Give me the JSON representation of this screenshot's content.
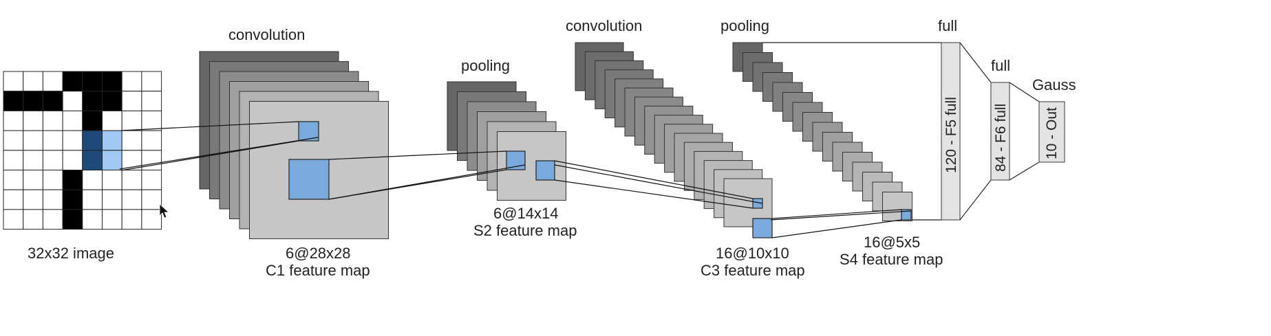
{
  "labels": {
    "input_caption": "32x32 image",
    "conv1_title": "convolution",
    "c1_size": "6@28x28",
    "c1_name": "C1 feature map",
    "pool1_title": "pooling",
    "s2_size": "6@14x14",
    "s2_name": "S2 feature map",
    "conv2_title": "convolution",
    "c3_size": "16@10x10",
    "c3_name": "C3 feature map",
    "pool2_title": "pooling",
    "s4_size": "16@5x5",
    "s4_name": "S4 feature map",
    "f5_title": "full",
    "f5_label": "120 - F5 full",
    "f6_title": "full",
    "f6_label": "84 - F6 full",
    "out_title": "Gauss",
    "out_label": "10 - Out"
  },
  "colors": {
    "map_dark": "#6e6e6e",
    "map_mid": "#a3a3a3",
    "map_light": "#c8c8c8",
    "receptive_field": "#7aa9dc",
    "receptive_dark": "#1e4a7a",
    "receptive_light": "#9fc8f2",
    "grid_black": "#000000",
    "layer_fill": "#e3e3e3"
  },
  "input_grid": {
    "size": 8,
    "black_cells": [
      [
        0,
        3
      ],
      [
        0,
        4
      ],
      [
        0,
        5
      ],
      [
        1,
        0
      ],
      [
        1,
        1
      ],
      [
        1,
        2
      ],
      [
        1,
        4
      ],
      [
        1,
        5
      ],
      [
        2,
        4
      ],
      [
        5,
        3
      ],
      [
        6,
        3
      ],
      [
        7,
        3
      ]
    ],
    "highlight_dark": [
      [
        3,
        4
      ],
      [
        4,
        4
      ]
    ],
    "highlight_light": [
      [
        3,
        5
      ],
      [
        4,
        5
      ]
    ]
  }
}
